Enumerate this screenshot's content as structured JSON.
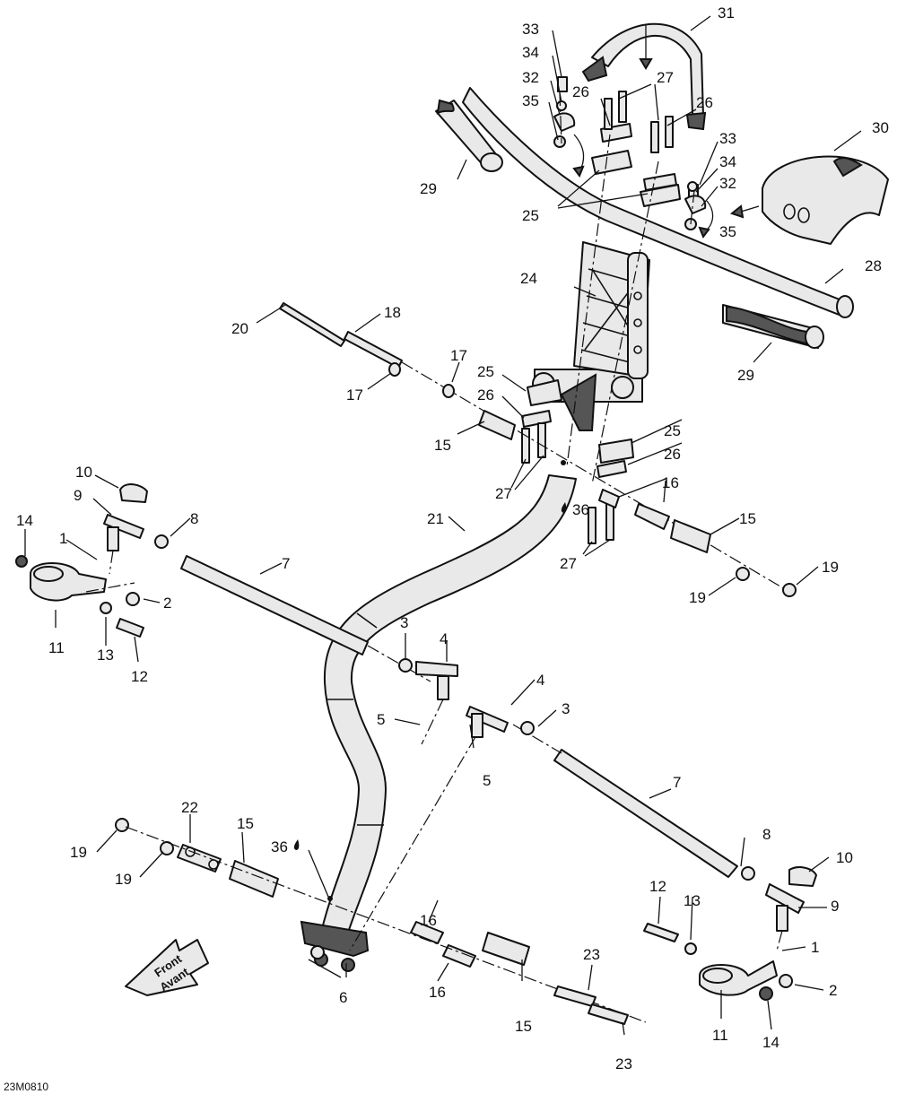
{
  "diagram": {
    "code": "23M0810",
    "arrow_label_1": "Front",
    "arrow_label_2": "Avant",
    "callouts": [
      "33",
      "34",
      "32",
      "35",
      "26",
      "27",
      "26",
      "31",
      "29",
      "25",
      "30",
      "33",
      "34",
      "32",
      "35",
      "24",
      "28",
      "29",
      "20",
      "18",
      "17",
      "17",
      "25",
      "26",
      "15",
      "25",
      "26",
      "16",
      "27",
      "36",
      "15",
      "27",
      "19",
      "19",
      "21",
      "10",
      "9",
      "8",
      "14",
      "1",
      "7",
      "2",
      "11",
      "13",
      "12",
      "3",
      "4",
      "4",
      "3",
      "5",
      "5",
      "7",
      "22",
      "15",
      "36",
      "19",
      "19",
      "8",
      "10",
      "12",
      "13",
      "9",
      "1",
      "2",
      "16",
      "23",
      "6",
      "16",
      "15",
      "11",
      "14",
      "23"
    ]
  }
}
